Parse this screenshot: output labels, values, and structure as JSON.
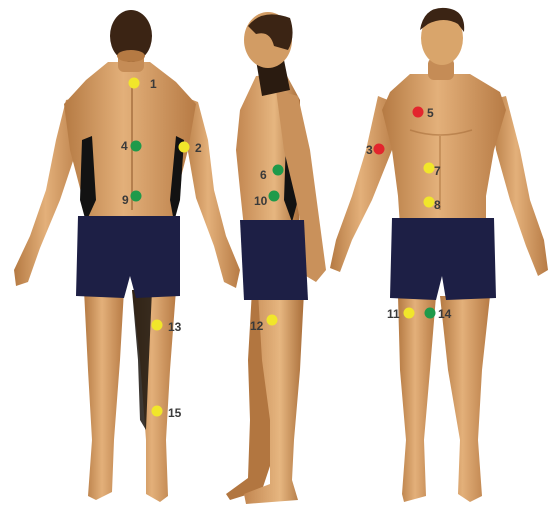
{
  "colors": {
    "skin": "#d9a56b",
    "skin_shadow": "#a86f3c",
    "hair": "#3b2414",
    "shorts": "#1d1f45",
    "dark_panel": "#141414",
    "yellow": "#f1e62a",
    "green": "#1e9a4a",
    "red": "#e3252d",
    "label": "#3a3a3a"
  },
  "figures": [
    {
      "name": "back-view-figure"
    },
    {
      "name": "side-view-figure"
    },
    {
      "name": "front-view-figure"
    }
  ],
  "points": [
    {
      "label": "1",
      "color": "yellow",
      "figure": "back"
    },
    {
      "label": "2",
      "color": "yellow",
      "figure": "back"
    },
    {
      "label": "3",
      "color": "red",
      "figure": "front"
    },
    {
      "label": "4",
      "color": "green",
      "figure": "back"
    },
    {
      "label": "5",
      "color": "red",
      "figure": "front"
    },
    {
      "label": "6",
      "color": "green",
      "figure": "side"
    },
    {
      "label": "7",
      "color": "yellow",
      "figure": "front"
    },
    {
      "label": "8",
      "color": "yellow",
      "figure": "front"
    },
    {
      "label": "9",
      "color": "green",
      "figure": "back"
    },
    {
      "label": "10",
      "color": "green",
      "figure": "side"
    },
    {
      "label": "11",
      "color": "yellow",
      "figure": "front"
    },
    {
      "label": "12",
      "color": "yellow",
      "figure": "side"
    },
    {
      "label": "13",
      "color": "yellow",
      "figure": "back"
    },
    {
      "label": "14",
      "color": "green",
      "figure": "front"
    },
    {
      "label": "15",
      "color": "yellow",
      "figure": "back"
    }
  ]
}
